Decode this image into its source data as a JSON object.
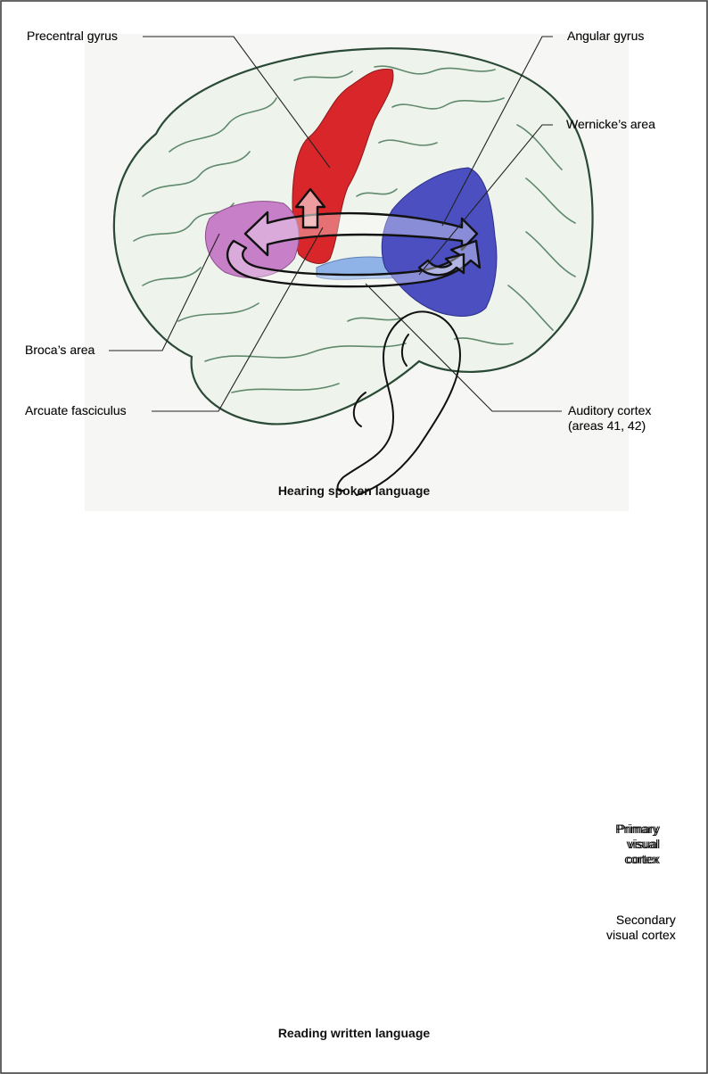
{
  "figure_top": {
    "caption": "Hearing spoken language",
    "labels": {
      "precentral_gyrus": "Precentral gyrus",
      "angular_gyrus": "Angular gyrus",
      "wernickes_area": "Wernicke’s area",
      "brocas_area": "Broca’s area",
      "arcuate_fasciculus": "Arcuate fasciculus",
      "auditory_cortex_line1": "Auditory cortex",
      "auditory_cortex_line2": "(areas 41, 42)"
    }
  },
  "figure_bottom": {
    "caption": "Reading written language",
    "labels": {
      "primary_visual_line1": "Primary",
      "primary_visual_line2": "visual",
      "primary_visual_line3": "cortex",
      "secondary_visual_line1": "Secondary",
      "secondary_visual_line2": "visual cortex"
    }
  },
  "colors": {
    "precentral": "#d8262a",
    "broca": "#c77fc7",
    "wernicke": "#4b4fc0",
    "auditory": "#8fb3e6",
    "secondary_visual": "#f0a93a",
    "primary_visual": "#d83a22"
  }
}
